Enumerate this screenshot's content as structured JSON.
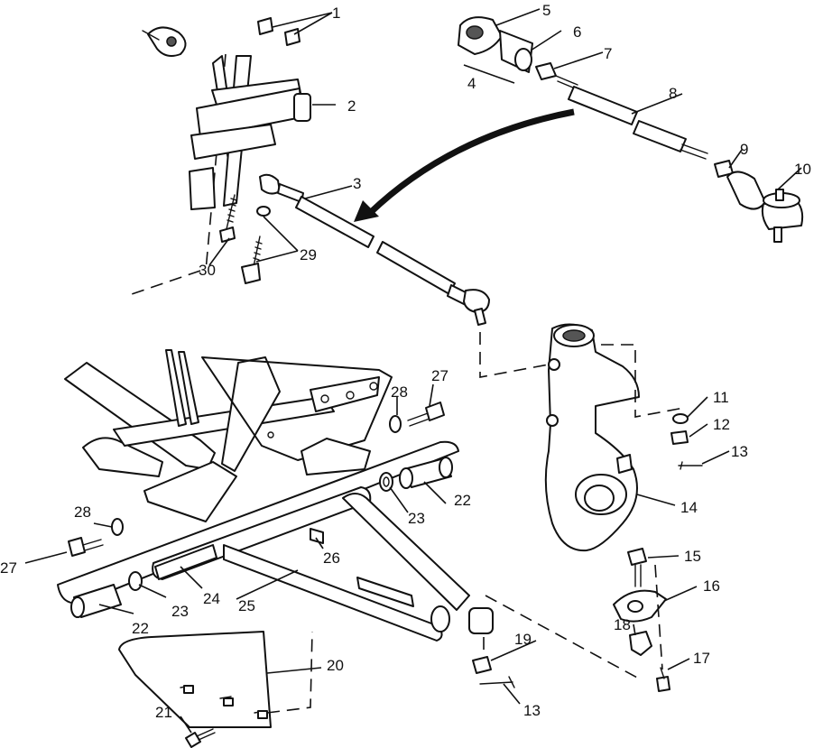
{
  "diagram": {
    "callouts": [
      {
        "id": "c1",
        "label": "1"
      },
      {
        "id": "c2",
        "label": "2"
      },
      {
        "id": "c3",
        "label": "3"
      },
      {
        "id": "c4",
        "label": "4"
      },
      {
        "id": "c5",
        "label": "5"
      },
      {
        "id": "c6",
        "label": "6"
      },
      {
        "id": "c7",
        "label": "7"
      },
      {
        "id": "c8",
        "label": "8"
      },
      {
        "id": "c9",
        "label": "9"
      },
      {
        "id": "c10",
        "label": "10"
      },
      {
        "id": "c11",
        "label": "11"
      },
      {
        "id": "c12",
        "label": "12"
      },
      {
        "id": "c13a",
        "label": "13"
      },
      {
        "id": "c13b",
        "label": "13"
      },
      {
        "id": "c14",
        "label": "14"
      },
      {
        "id": "c15",
        "label": "15"
      },
      {
        "id": "c16",
        "label": "16"
      },
      {
        "id": "c17",
        "label": "17"
      },
      {
        "id": "c18",
        "label": "18"
      },
      {
        "id": "c19",
        "label": "19"
      },
      {
        "id": "c20",
        "label": "20"
      },
      {
        "id": "c21",
        "label": "21"
      },
      {
        "id": "c22a",
        "label": "22"
      },
      {
        "id": "c22b",
        "label": "22"
      },
      {
        "id": "c23a",
        "label": "23"
      },
      {
        "id": "c23b",
        "label": "23"
      },
      {
        "id": "c24",
        "label": "24"
      },
      {
        "id": "c25",
        "label": "25"
      },
      {
        "id": "c26",
        "label": "26"
      },
      {
        "id": "c27a",
        "label": "27"
      },
      {
        "id": "c27b",
        "label": "27"
      },
      {
        "id": "c28a",
        "label": "28"
      },
      {
        "id": "c28b",
        "label": "28"
      },
      {
        "id": "c29",
        "label": "29"
      },
      {
        "id": "c30",
        "label": "30"
      }
    ]
  }
}
